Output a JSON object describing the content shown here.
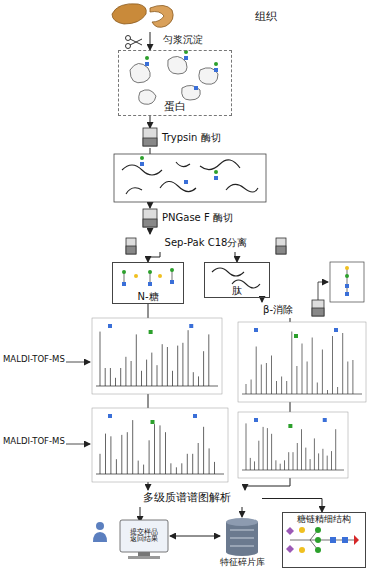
{
  "diagram": {
    "nodes": [
      {
        "text": [
          "组织"
        ]
      },
      {
        "text": [
          "蛋白"
        ]
      },
      {
        "text": [
          "Trypsin 酶切"
        ]
      },
      {
        "text": [
          "PNGase F 酶切"
        ]
      },
      {
        "text": [
          "Sep-Pak C18分离"
        ]
      },
      {
        "text": [
          "N-糖"
        ]
      },
      {
        "text": [
          "肽"
        ]
      },
      {
        "text": [
          "β-消除"
        ]
      },
      {
        "text": [
          "多级质谱谱图解析"
        ]
      },
      {
        "text": [
          "提交样品",
          "返回结果"
        ]
      },
      {
        "text": [
          "特征碎片库"
        ]
      },
      {
        "text": [
          "糖链精细结构"
        ]
      }
    ],
    "edges": [
      {
        "from": 0,
        "to": 1,
        "label": "匀浆沉淀",
        "arrow": "to"
      },
      {
        "from": 1,
        "to": 2,
        "arrow": "to"
      },
      {
        "from": 2,
        "to": 3,
        "arrow": "to"
      },
      {
        "from": 3,
        "to": 4,
        "arrow": "to"
      },
      {
        "from": 4,
        "to": 5,
        "arrow": "to"
      },
      {
        "from": 4,
        "to": 6,
        "arrow": "to"
      },
      {
        "from": 6,
        "to": 7,
        "arrow": "to"
      },
      {
        "from": 5,
        "to": 8,
        "arrow": "to"
      },
      {
        "from": 7,
        "to": 8,
        "arrow": "to"
      },
      {
        "from": 8,
        "to": 9,
        "arrow": "to"
      },
      {
        "from": 8,
        "to": 10,
        "arrow": "to"
      },
      {
        "from": 8,
        "to": 11,
        "arrow": "to"
      },
      {
        "from": 9,
        "to": 10,
        "arrow": "both"
      }
    ],
    "labels": [
      "MALDI-TOF-MS",
      "MALDI-TOF-MS"
    ]
  }
}
